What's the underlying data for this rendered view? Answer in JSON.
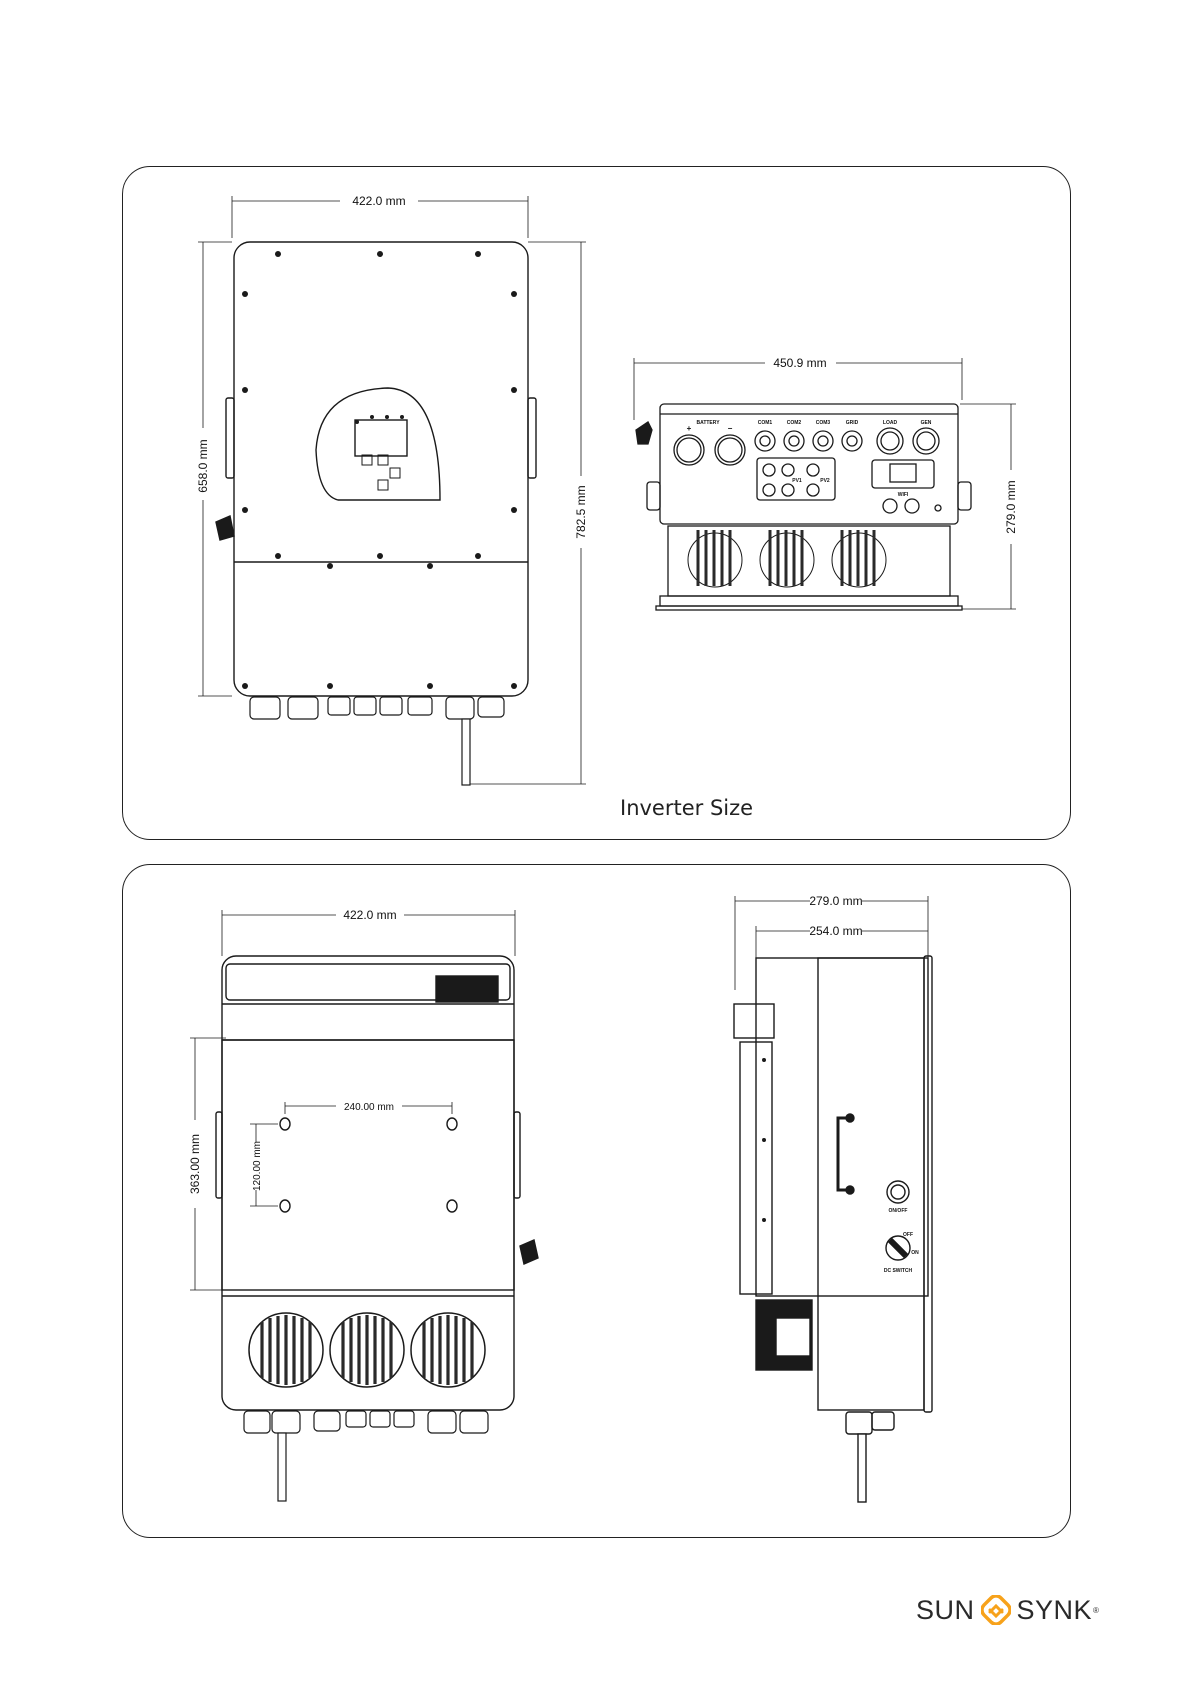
{
  "top_panel": {
    "front_view": {
      "width_label": "422.0 mm",
      "height_label": "658.0 mm",
      "total_height_label": "782.5 mm"
    },
    "bottom_view": {
      "width_label": "450.9 mm",
      "depth_label": "279.0 mm",
      "ports": [
        "BATTERY",
        "COM1",
        "COM2",
        "COM3",
        "GRID",
        "LOAD",
        "GEN"
      ],
      "battery_plus": "+",
      "battery_minus": "−",
      "pv_labels": [
        "PV1",
        "PV2"
      ],
      "wifi_label": "WIFI"
    },
    "caption": "Inverter Size"
  },
  "bottom_panel": {
    "rear_view": {
      "width_label": "422.0 mm",
      "mount_height_label": "363.00 mm",
      "hole_h_spacing_label": "240.00 mm",
      "hole_v_spacing_label": "120.00 mm"
    },
    "side_view": {
      "outer_depth_label": "279.0 mm",
      "inner_depth_label": "254.0 mm",
      "on_off_label": "ON/OFF",
      "dc_switch_label": "DC  SWITCH",
      "switch_off_label": "OFF",
      "switch_on_label": "ON"
    }
  },
  "brand": {
    "left": "SUN",
    "right": "SYNK",
    "mark": "®"
  },
  "colors": {
    "line": "#1a1a1a",
    "logo_orange": "#f7a21b"
  }
}
